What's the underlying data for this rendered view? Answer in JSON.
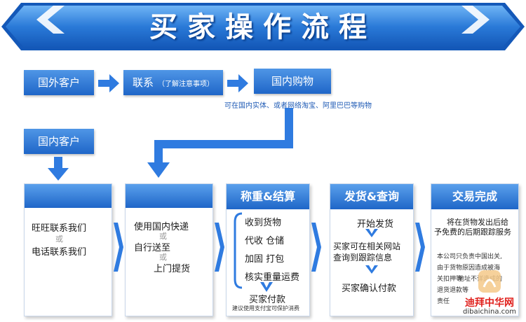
{
  "banner": {
    "title": "买家操作流程"
  },
  "flow_top": {
    "step1": "国外客户",
    "step2_main": "联系",
    "step2_note": "（了解注意事项）",
    "step3": "国内购物",
    "step3_note": "可在国内实体、或者网络淘宝、阿里巴巴等购物"
  },
  "flow_left": {
    "step": "国内客户"
  },
  "cards": [
    {
      "title": "",
      "lines": [
        "旺旺联系我们",
        "或",
        "电话联系我们"
      ]
    },
    {
      "title": "",
      "lines": [
        "使用国内快递",
        "或",
        "自行送至",
        "或",
        "上门提货"
      ]
    },
    {
      "title": "称重&结算",
      "lines": [
        "收到货物",
        "代收  仓储",
        "加固  打包",
        "核实重量运费",
        "买家付款",
        "建议使用支付宝可保护消费"
      ]
    },
    {
      "title": "发货&查询",
      "lines": [
        "开始发货",
        "买家可在相关网站",
        "查询到跟踪信息",
        "买家确认付款"
      ]
    },
    {
      "title": "交易完成",
      "lines": [
        "将在货物发出后给",
        "予免费的后期跟踪服务",
        "本公司只负责中国出关,",
        "由于货物原因造成被海",
        "关扣押等",
        "地址不详造成的",
        "退货退款等",
        "责任"
      ]
    }
  ],
  "watermark": {
    "line1": "迪拜中华网",
    "line2": "dibaichina.com"
  },
  "colors": {
    "primary": "#1f66c8",
    "light": "#4f96e6",
    "accent_text": "#1f5bb5"
  }
}
